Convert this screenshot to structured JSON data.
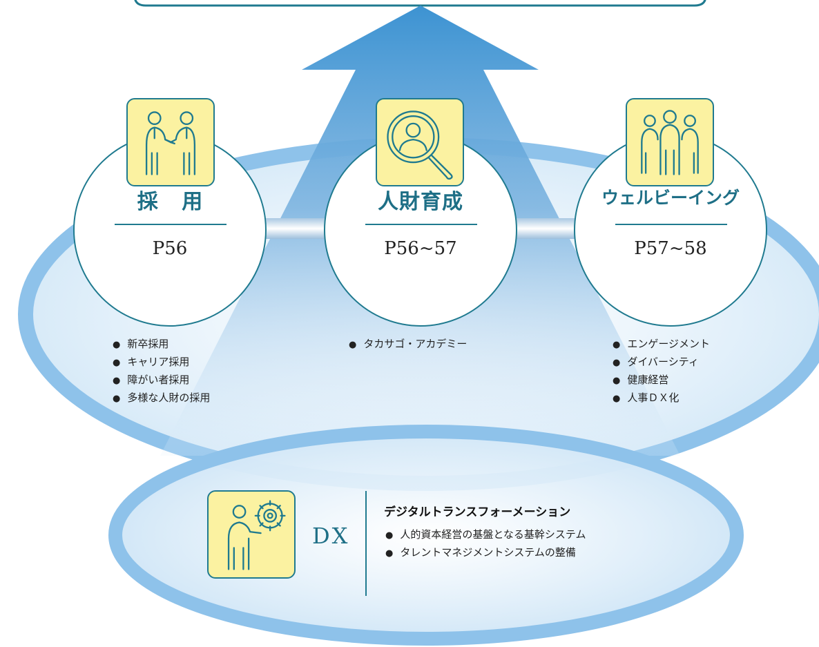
{
  "colors": {
    "accent": "#1e6f86",
    "icon_fill": "#fbf2a1",
    "ellipse_ring": "#8ec2ea",
    "arrow": "#4d9fd6"
  },
  "pillars": [
    {
      "title": "採 用",
      "page": "P56",
      "icon": "handshake-icon",
      "items": [
        "新卒採用",
        "キャリア採用",
        "障がい者採用",
        "多様な人財の採用"
      ]
    },
    {
      "title": "人財育成",
      "page": "P56~57",
      "icon": "person-search-icon",
      "items": [
        "タカサゴ・アカデミー"
      ]
    },
    {
      "title": "ウェルビーイング",
      "page": "P57~58",
      "icon": "people-group-icon",
      "items": [
        "エンゲージメント",
        "ダイバーシティ",
        "健康経営",
        "人事ＤＸ化"
      ]
    }
  ],
  "dx": {
    "label": "DX",
    "icon": "person-gear-icon",
    "heading": "デジタルトランスフォーメーション",
    "items": [
      "人的資本経営の基盤となる基幹システム",
      "タレントマネジメントシステムの整備"
    ]
  }
}
